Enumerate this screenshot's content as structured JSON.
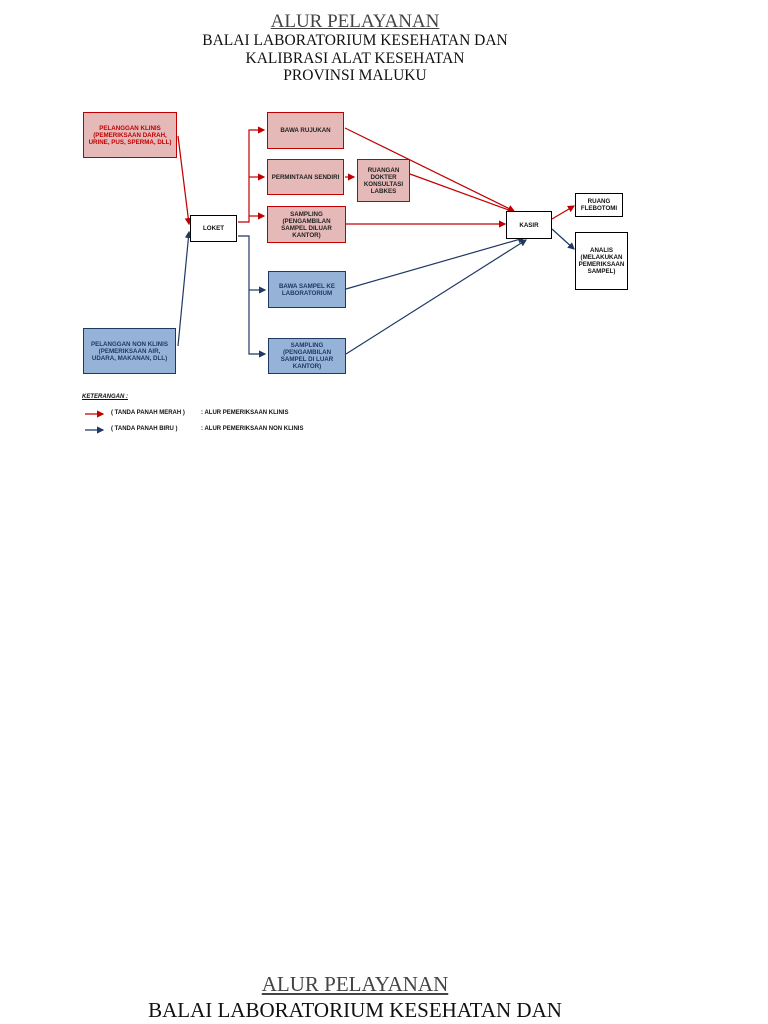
{
  "header": {
    "title": "ALUR PELAYANAN",
    "line1": "BALAI LABORATORIUM KESEHATAN DAN",
    "line2": "KALIBRASI ALAT KESEHATAN",
    "line3": "PROVINSI MALUKU"
  },
  "colors": {
    "red_flow": "#c00000",
    "blue_flow": "#1f3864",
    "red_fill": "#e6b9b9",
    "blue_fill": "#95b3d7"
  },
  "nodes": {
    "pelanggan_klinis": "PELANGGAN KLINIS (PEMERIKSAAN DARAH, URINE, PUS, SPERMA, DLL)",
    "pelanggan_non_klinis": "PELANGGAN NON KLINIS (PEMERIKSAAN AIR, UDARA, MAKANAN, DLL)",
    "loket": "LOKET",
    "bawa_rujukan": "BAWA RUJUKAN",
    "permintaan_sendiri": "PERMINTAAN SENDIRI",
    "ruangan_dokter": "RUANGAN DOKTER KONSULTASI LABKES",
    "sampling_klinis": "SAMPLING (PENGAMBILAN SAMPEL DILUAR KANTOR)",
    "bawa_sampel": "BAWA SAMPEL KE LABORATORIUM",
    "sampling_non_klinis": "SAMPLING (PENGAMBILAN SAMPEL DI LUAR KANTOR)",
    "kasir": "KASIR",
    "ruang_flebotomi": "RUANG FLEBOTOMI",
    "analis": "ANALIS (MELAKUKAN PEMERIKSAAN SAMPEL)"
  },
  "legend": {
    "title": "KETERANGAN :",
    "red_label": "( TANDA PANAH MERAH )",
    "red_desc": ":   ALUR PEMERIKSAAN KLINIS",
    "blue_label": "( TANDA PANAH BIRU )",
    "blue_desc": ":   ALUR PEMERIKSAAN NON KLINIS"
  },
  "footer": {
    "title": "ALUR PELAYANAN",
    "line1": "BALAI LABORATORIUM KESEHATAN DAN"
  }
}
